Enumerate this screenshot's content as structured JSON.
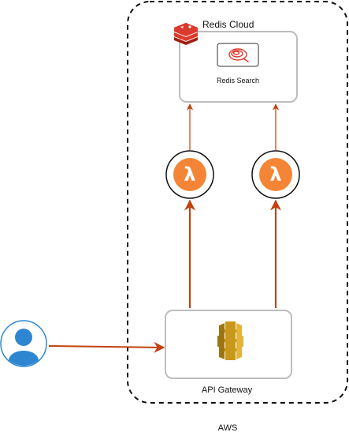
{
  "diagram": {
    "aws_label": "AWS",
    "redis_cloud": {
      "label": "Redis Cloud",
      "logo_icon": "redis-logo-icon",
      "search": {
        "label": "Redis Search",
        "icon": "redis-search-icon"
      }
    },
    "lambdas": [
      {
        "icon": "lambda-icon",
        "glyph": "λ"
      },
      {
        "icon": "lambda-icon",
        "glyph": "λ"
      }
    ],
    "api_gateway": {
      "label": "API Gateway",
      "icon": "api-gateway-icon"
    },
    "user": {
      "icon": "user-icon"
    },
    "colors": {
      "arrow": "#c2410c",
      "lambda_orange": "#f58536",
      "api_gold": "#c8981a",
      "redis_red": "#dc382c",
      "user_blue": "#2e86d1",
      "box_border": "#bdbdbd",
      "dashed_border": "#111111"
    }
  }
}
